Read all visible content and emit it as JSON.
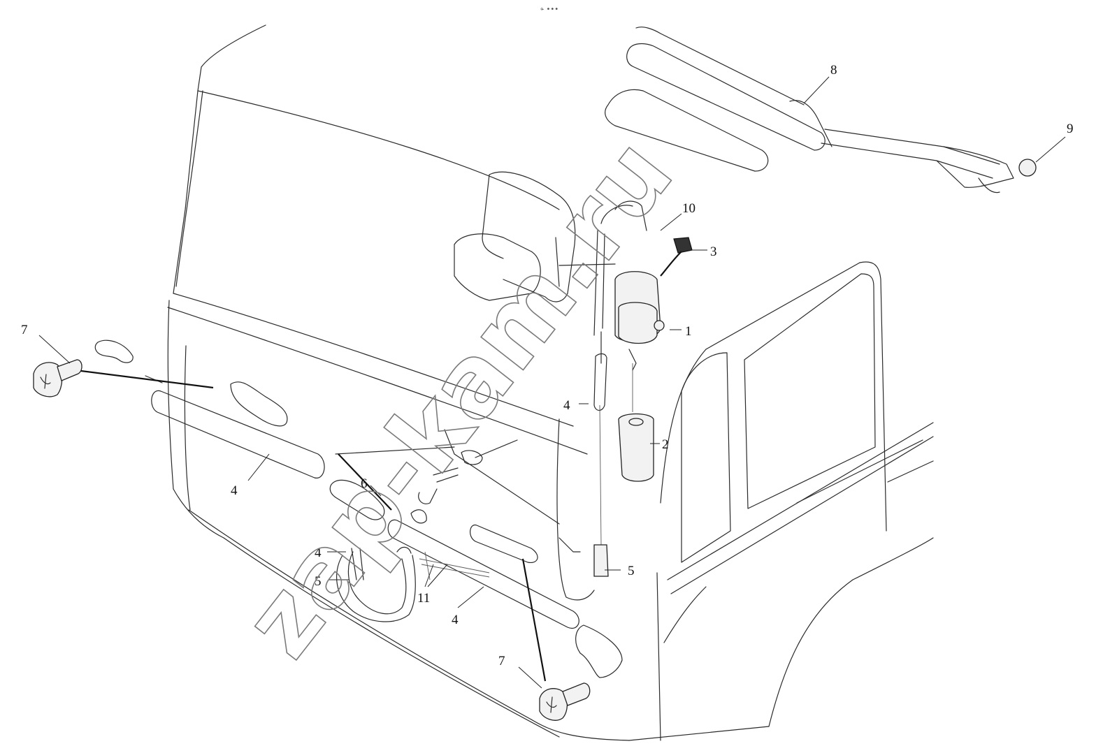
{
  "top_mark": "∘̵ •••",
  "watermark": "zap-kam.ru",
  "callouts": [
    {
      "id": "label-1",
      "text": "1"
    },
    {
      "id": "label-2",
      "text": "2"
    },
    {
      "id": "label-3",
      "text": "3"
    },
    {
      "id": "label-4-center",
      "text": "4"
    },
    {
      "id": "label-4-left",
      "text": "4"
    },
    {
      "id": "label-4-hose",
      "text": "4"
    },
    {
      "id": "label-4-bottom",
      "text": "4"
    },
    {
      "id": "label-5-right",
      "text": "5"
    },
    {
      "id": "label-5-left",
      "text": "5"
    },
    {
      "id": "label-6",
      "text": "6"
    },
    {
      "id": "label-7-left",
      "text": "7"
    },
    {
      "id": "label-7-bottom",
      "text": "7"
    },
    {
      "id": "label-8",
      "text": "8"
    },
    {
      "id": "label-9",
      "text": "9"
    },
    {
      "id": "label-10",
      "text": "10"
    },
    {
      "id": "label-11",
      "text": "11"
    }
  ]
}
